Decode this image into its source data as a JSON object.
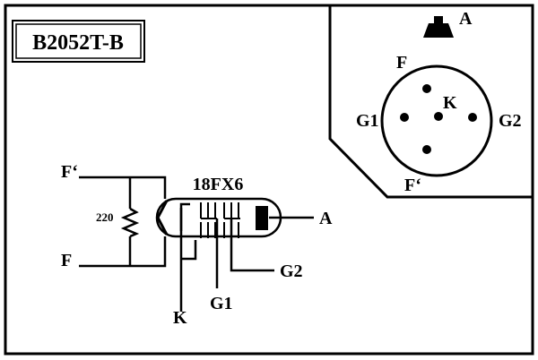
{
  "designation": "B2052T-B",
  "tube_type": "18FX6",
  "resistor_value": "220",
  "schematic_pins": {
    "filament_top": "F‘",
    "filament_bottom": "F",
    "anode": "A",
    "cathode": "K",
    "grid1": "G1",
    "grid2": "G2"
  },
  "base_pins": {
    "anode": "A",
    "filament": "F",
    "cathode": "K",
    "grid1": "G1",
    "grid2": "G2",
    "filament_prime": "F‘"
  },
  "colors": {
    "ink": "#000000",
    "paper": "#ffffff"
  }
}
